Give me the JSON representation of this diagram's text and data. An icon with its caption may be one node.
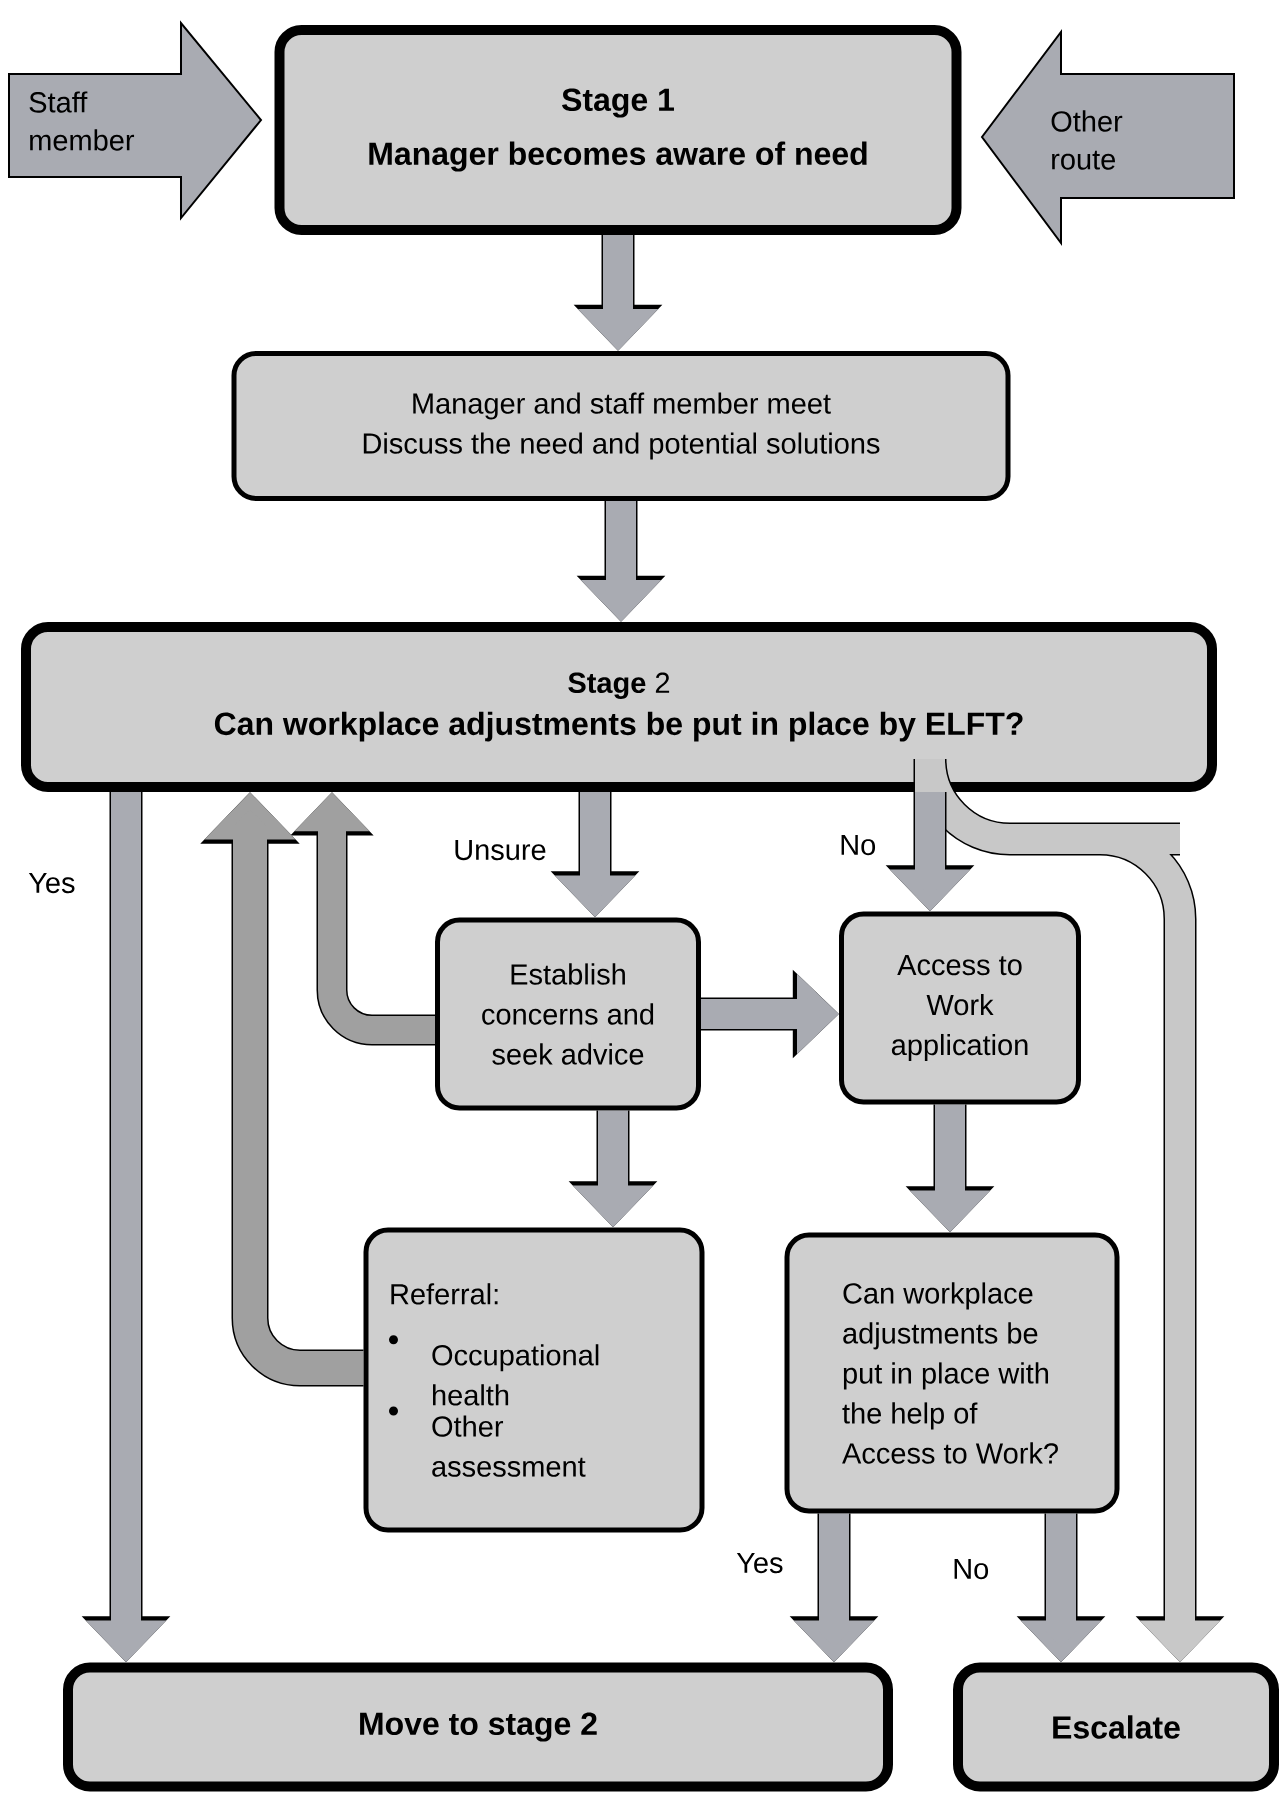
{
  "diagram": {
    "nodes": [
      {
        "text": [
          "Staff member"
        ]
      },
      {
        "text": [
          "Stage 1",
          "Manager becomes aware of need"
        ]
      },
      {
        "text": [
          "Other route"
        ]
      },
      {
        "text": [
          "Manager and staff member meet",
          "Discuss the need and potential solutions"
        ]
      },
      {
        "text": [
          "**Stage** 2",
          "Can workplace adjustments be put in place by ELFT?"
        ]
      },
      {
        "text": [
          "Establish concerns and seek advice"
        ]
      },
      {
        "text": [
          "Access to Work application"
        ]
      },
      {
        "text": [
          "Referral:",
          "Occupational health",
          "Other assessment"
        ]
      },
      {
        "text": [
          "Can workplace adjustments be put in place with the help of Access to Work?"
        ]
      },
      {
        "text": [
          "Move to stage 2"
        ]
      },
      {
        "text": [
          "Escalate"
        ]
      }
    ],
    "edges": [
      {
        "from": 1,
        "to": 3,
        "arrow": "to"
      },
      {
        "from": 3,
        "to": 4,
        "arrow": "to"
      },
      {
        "from": 4,
        "to": 9,
        "arrow": "to",
        "label": "Yes"
      },
      {
        "from": 4,
        "to": 5,
        "arrow": "to",
        "label": "Unsure"
      },
      {
        "from": 4,
        "to": 6,
        "arrow": "to",
        "label": "No"
      },
      {
        "from": 4,
        "to": 10,
        "arrow": "to",
        "color": "#c8c8c8"
      },
      {
        "from": 5,
        "to": 6,
        "arrow": "to"
      },
      {
        "from": 5,
        "to": 7,
        "arrow": "to"
      },
      {
        "from": 6,
        "to": 8,
        "arrow": "to"
      },
      {
        "from": 8,
        "to": 9,
        "arrow": "to",
        "label": "Yes"
      },
      {
        "from": 8,
        "to": 10,
        "arrow": "to",
        "label": "No"
      },
      {
        "from": 5,
        "to": 4,
        "arrow": "to",
        "color": "#a0a0a0"
      },
      {
        "from": 7,
        "to": 4,
        "arrow": "to",
        "color": "#a0a0a0"
      }
    ]
  }
}
